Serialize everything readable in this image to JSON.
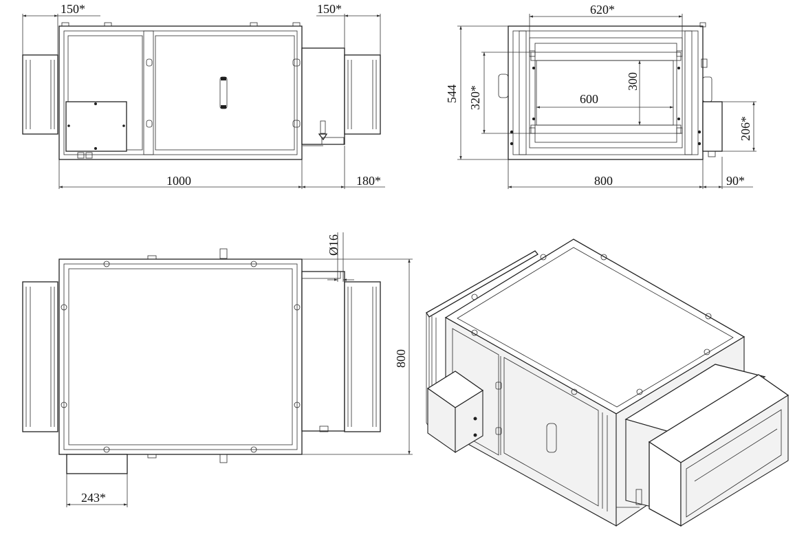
{
  "dimensions": {
    "front_left_flange": "150*",
    "front_right_flange": "150*",
    "front_length": "1000",
    "front_nozzle": "180*",
    "side_outer_width": "620*",
    "side_height": "544",
    "side_inner_height": "320*",
    "side_vertical": "300",
    "side_inner_width": "600",
    "side_box_height": "206*",
    "side_width": "800",
    "side_box_depth": "90*",
    "top_pipe": "Ø16",
    "top_width": "800",
    "top_box": "243*"
  }
}
